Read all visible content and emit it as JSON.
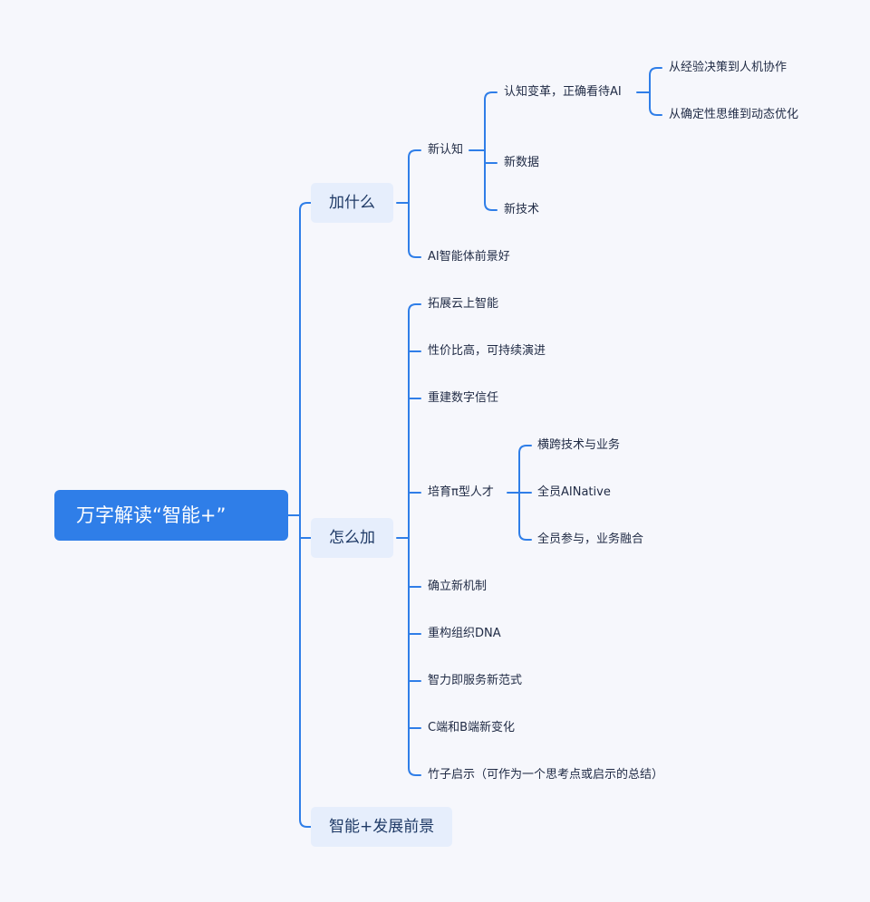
{
  "root": {
    "label": "万字解读“智能+”"
  },
  "branches": [
    {
      "label": "加什么",
      "children": [
        {
          "label": "新认知",
          "children": [
            {
              "label": "认知变革，正确看待AI",
              "children": [
                {
                  "label": "从经验决策到人机协作"
                },
                {
                  "label": "从确定性思维到动态优化"
                }
              ]
            },
            {
              "label": "新数据"
            },
            {
              "label": "新技术"
            }
          ]
        },
        {
          "label": "AI智能体前景好"
        }
      ]
    },
    {
      "label": "怎么加",
      "children": [
        {
          "label": "拓展云上智能"
        },
        {
          "label": "性价比高，可持续演进"
        },
        {
          "label": "重建数字信任"
        },
        {
          "label": "培育π型人才",
          "children": [
            {
              "label": "横跨技术与业务"
            },
            {
              "label": "全员AINative"
            },
            {
              "label": "全员参与，业务融合"
            }
          ]
        },
        {
          "label": "确立新机制"
        },
        {
          "label": "重构组织DNA"
        },
        {
          "label": "智力即服务新范式"
        },
        {
          "label": "C端和B端新变化"
        },
        {
          "label": "竹子启示（可作为一个思考点或启示的总结）"
        }
      ]
    },
    {
      "label": "智能+发展前景"
    }
  ],
  "colors": {
    "line": "#2f7ee8",
    "root_bg": "#2f7ee8",
    "branch_bg": "#e6eefc",
    "background": "#f6f7fc"
  }
}
